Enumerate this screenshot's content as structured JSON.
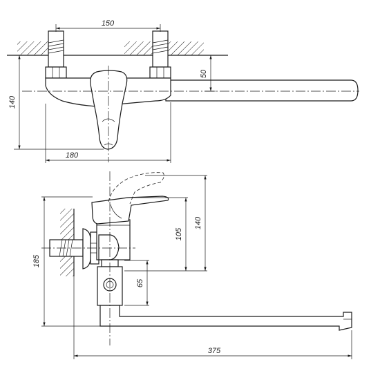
{
  "dimensions": {
    "top_inlet_spacing": "150",
    "top_wall_to_spout_axis": "50",
    "top_height": "140",
    "top_body_width": "180",
    "side_lever_height": "140",
    "side_body_height": "105",
    "side_outlet_offset": "65",
    "side_total_height": "185",
    "side_spout_length": "375"
  },
  "colors": {
    "line": "#1a1a1a",
    "background": "#ffffff"
  }
}
